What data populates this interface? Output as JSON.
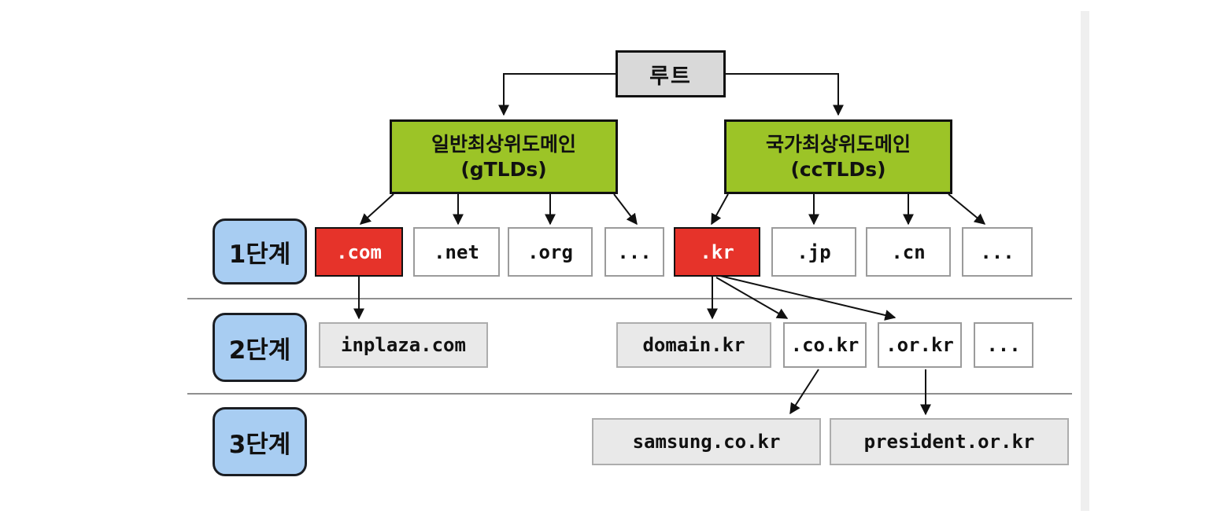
{
  "diagram": {
    "root": {
      "label": "루트"
    },
    "gtlds": {
      "line1": "일반최상위도메인",
      "line2": "(gTLDs)"
    },
    "cctlds": {
      "line1": "국가최상위도메인",
      "line2": "(ccTLDs)"
    },
    "level_tags": {
      "t1": "1단계",
      "t2": "2단계",
      "t3": "3단계"
    },
    "level1": {
      "com": ".com",
      "net": ".net",
      "org": ".org",
      "dots1": "...",
      "kr": ".kr",
      "jp": ".jp",
      "cn": ".cn",
      "dots2": "..."
    },
    "level2": {
      "inplaza": "inplaza.com",
      "domain": "domain.kr",
      "cokr": ".co.kr",
      "orkr": ".or.kr",
      "dots": "..."
    },
    "level3": {
      "samsung": "samsung.co.kr",
      "president": "president.or.kr"
    },
    "highlighted_nodes": [
      ".com",
      ".kr"
    ],
    "colors": {
      "highlight_red": "#e6332a",
      "branch_green": "#9cc427",
      "tag_blue": "#a8cdf2",
      "root_gray": "#d9d9d9",
      "node_gray": "#e9e9e9",
      "divider_gray": "#8f8f8f",
      "line_black": "#111111"
    }
  }
}
